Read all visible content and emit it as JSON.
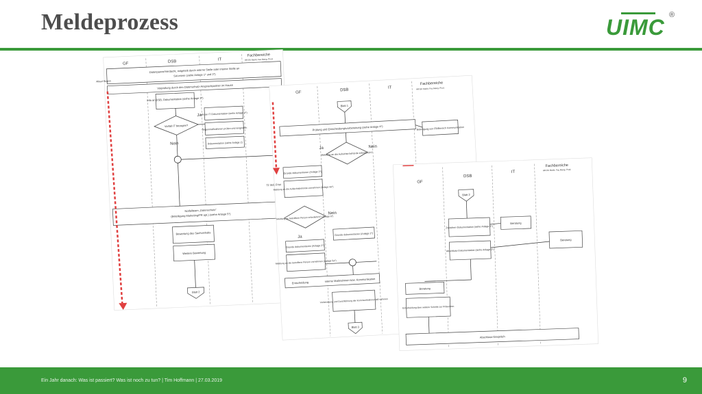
{
  "header": {
    "title": "Meldeprozess"
  },
  "logo": {
    "text": "UIMC",
    "reg": "®"
  },
  "footer": {
    "text": "Ein Jahr danach: Was ist passiert? Was ist noch zu tun? | Tim Hoffmann | 27.03.2019",
    "page": "9"
  },
  "doc1": {
    "lanes": [
      "GF",
      "DSB",
      "IT",
      "Fachbereiche"
    ],
    "lanes_sub": "HR EK Markt. Fac.Mang. Prod.",
    "start_label": "Ablauf Beginn",
    "boxes": [
      "Datenpanne/Verdacht, mitgeteilt durch interne Stelle oder interne Stelle an",
      "SiA intern (siehe Anlage 1* und 2*)",
      "Vorprüfung durch den Datenschutz-Ansprechpartner im Hause",
      "Info an DSB, Dokumentation (siehe Anlage 2*)",
      "Vorfall IT bezogen?",
      "Info an IT Dokumentation (siehe Anlage 2*)",
      "Gegenmaßnahmen prüfen und eingreifen",
      "Dokumentation (siehe Anlage 2)",
      "Notfallteam „Datenschutz“",
      "(Beteiligung Marketing/PR opt.) (siehe Anlage 5*)",
      "Bewertung des Sachverhalts",
      "Weitere Bewertung",
      "Blatt 2"
    ],
    "yes": "Ja",
    "no": "Nein"
  },
  "doc2": {
    "lanes": [
      "GF",
      "DSB",
      "IT",
      "Fachbereiche"
    ],
    "lanes_sub": "HR EK Markt. Fac.Mang. Prod.",
    "boxes": [
      "Blatt 1",
      "Prüfung und Entscheidungsvorbereitung (siehe Anlage 4*)",
      "Beteiligung von FB/Bereich Kommunikation",
      "Meldung an die Aufsichts-behörde erforderlich?",
      "Gründe dokumentieren (Anlage 2*)",
      "Meldung an die Aufsichtsbehörde vornehmen (Anlage 4a*)",
      "Meldung an betroffene Person erforderlich? (Anlage 6*)",
      "Gründe dokumentieren (Anlage 2*)",
      "Gründe dokumentieren (Anlage 2*)",
      "Meldung an die betroffene Person vornehmen (Anlage 5a*)",
      "Entscheidung",
      "interne Maßnahmen bzw. Kommunikation",
      "Vorbereitung und Durchführung der Kommunikationsmaß-nahmen",
      "Blatt 3"
    ],
    "frist": "72 Std. Frist",
    "yes": "Ja",
    "no": "Nein"
  },
  "doc3": {
    "lanes": [
      "GF",
      "DSB",
      "IT",
      "Fachbereiche"
    ],
    "lanes_sub": "HR EK Markt. Fac.Mang. Prod.",
    "boxes": [
      "Blatt 2",
      "Zwischen-Dokumentation (siehe Anlage 2*)",
      "Beratung",
      "Abschluss-Dokumentation (siehe Anlage 2*)",
      "Beratung",
      "Beratung",
      "Entscheidung über weitere Schritte zur Prävention",
      "Abschluss-Gespräch"
    ]
  }
}
